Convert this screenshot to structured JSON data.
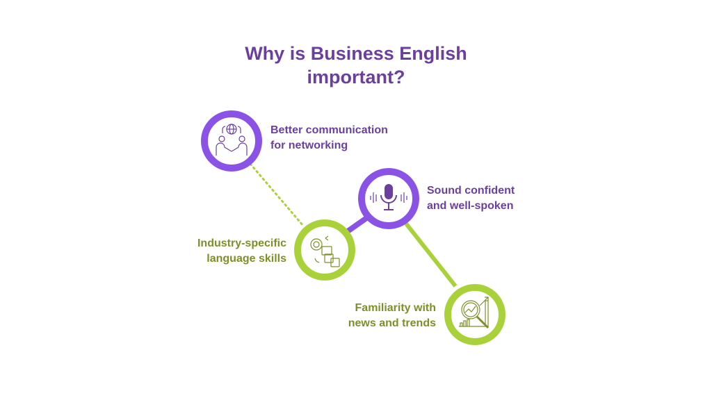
{
  "title": {
    "line1": "Why is Business English",
    "line2": "important?"
  },
  "items": [
    {
      "line1": "Better communication",
      "line2": "for networking",
      "icon": "handshake-globe-icon"
    },
    {
      "line1": "Sound confident",
      "line2": "and well-spoken",
      "icon": "microphone-icon"
    },
    {
      "line1": "Industry-specific",
      "line2": "language skills",
      "icon": "translation-gear-icon"
    },
    {
      "line1": "Familiarity with",
      "line2": "news and trends",
      "icon": "chart-magnifier-icon"
    }
  ],
  "colors": {
    "purple": "#8b52e6",
    "green": "#a9d13a",
    "title": "#6b3fa0",
    "green_text": "#7d8f26"
  }
}
